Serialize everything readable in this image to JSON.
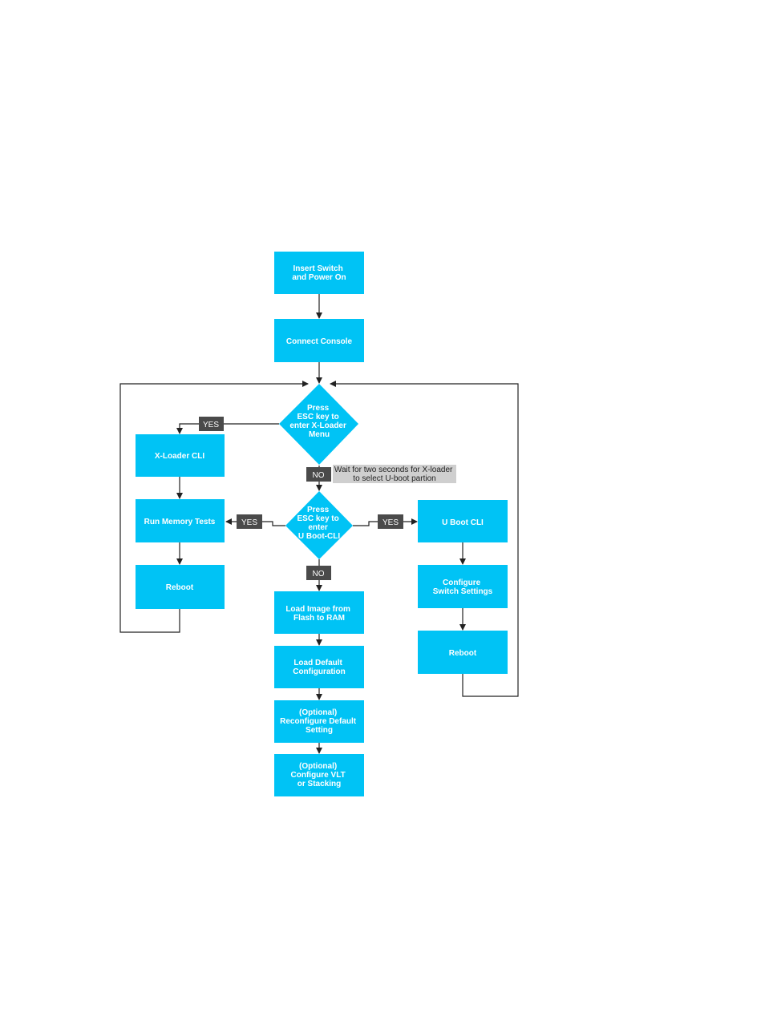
{
  "colors": {
    "box": "#00c3f5",
    "tag": "#4a4a4a",
    "note": "#cfcfcf",
    "line": "#222222"
  },
  "nodes": {
    "insert": [
      "Insert Switch",
      "and Power On"
    ],
    "console": [
      "Connect Console"
    ],
    "xloader_decision": [
      "Press",
      "ESC key to",
      "enter X-Loader",
      "Menu"
    ],
    "xloader_cli": [
      "X-Loader CLI"
    ],
    "memory": [
      "Run Memory Tests"
    ],
    "reboot_left": [
      "Reboot"
    ],
    "uboot_decision": [
      "Press",
      "ESC key to",
      "enter",
      "U Boot-CLI"
    ],
    "uboot_cli": [
      "U Boot CLI"
    ],
    "configure": [
      "Configure",
      "Switch Settings"
    ],
    "reboot_right": [
      "Reboot"
    ],
    "load_image": [
      "Load Image from",
      "Flash to RAM"
    ],
    "load_default": [
      "Load Default",
      "Configuration"
    ],
    "reconfigure": [
      "(Optional)",
      "Reconfigure Default",
      "Setting"
    ],
    "vlt": [
      "(Optional)",
      "Configure VLT",
      "or Stacking"
    ]
  },
  "tags": {
    "yes1": "YES",
    "no1": "NO",
    "yes2": "YES",
    "yes3": "YES",
    "no2": "NO"
  },
  "note": [
    "Wait for two seconds for X-loader",
    "to select U-boot partion"
  ]
}
